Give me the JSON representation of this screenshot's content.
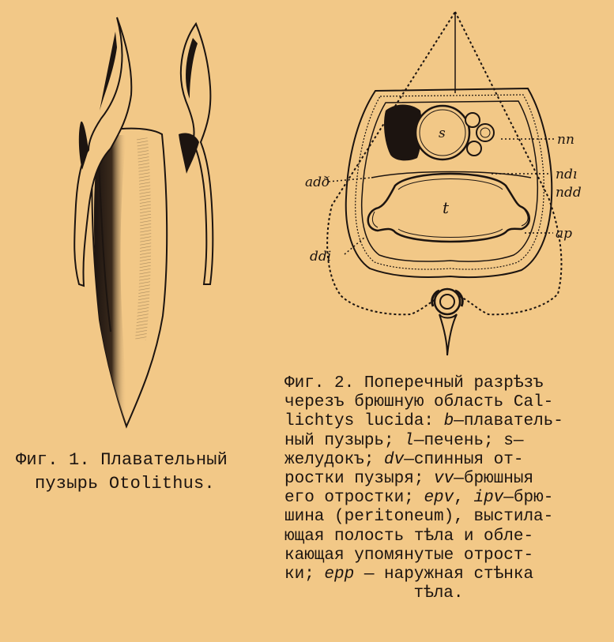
{
  "figure1": {
    "caption_line1": "Фиг. 1. Плавательный",
    "caption_line2": "пузырь Otolithus."
  },
  "figure2": {
    "labels": {
      "nn": "nn",
      "ndi_right": "ndı",
      "ndd_right": "ndd",
      "ap": "ap",
      "add_left": "adð",
      "ddi_left": "ddi",
      "s": "s",
      "t": "t"
    },
    "caption_lines": [
      [
        {
          "t": "Фиг. 2. Поперечный разрѣзъ",
          "i": false
        }
      ],
      [
        {
          "t": "черезъ брюшную область Cal-",
          "i": false
        }
      ],
      [
        {
          "t": "lichtys lucida: ",
          "i": false
        },
        {
          "t": "b",
          "i": true
        },
        {
          "t": "—плаватель-",
          "i": false
        }
      ],
      [
        {
          "t": "ный пузырь; ",
          "i": false
        },
        {
          "t": "l",
          "i": true
        },
        {
          "t": "—печень; s—",
          "i": false
        }
      ],
      [
        {
          "t": "желудокъ; ",
          "i": false
        },
        {
          "t": "dv",
          "i": true
        },
        {
          "t": "—спинныя от-",
          "i": false
        }
      ],
      [
        {
          "t": "ростки пузыря; ",
          "i": false
        },
        {
          "t": "vv",
          "i": true
        },
        {
          "t": "—брюшныя",
          "i": false
        }
      ],
      [
        {
          "t": "его отростки; ",
          "i": false
        },
        {
          "t": "epv",
          "i": true
        },
        {
          "t": ", ",
          "i": false
        },
        {
          "t": "ipv",
          "i": true
        },
        {
          "t": "—брю-",
          "i": false
        }
      ],
      [
        {
          "t": "шина (peritoneum), выстила-",
          "i": false
        }
      ],
      [
        {
          "t": "ющая полость тѣла и обле-",
          "i": false
        }
      ],
      [
        {
          "t": "кающая упомянутые отрост-",
          "i": false
        }
      ],
      [
        {
          "t": "ки; ",
          "i": false
        },
        {
          "t": "epp",
          "i": true
        },
        {
          "t": " — наружная стѣнка",
          "i": false
        }
      ],
      [
        {
          "t": "тѣла.",
          "i": false
        }
      ]
    ]
  }
}
